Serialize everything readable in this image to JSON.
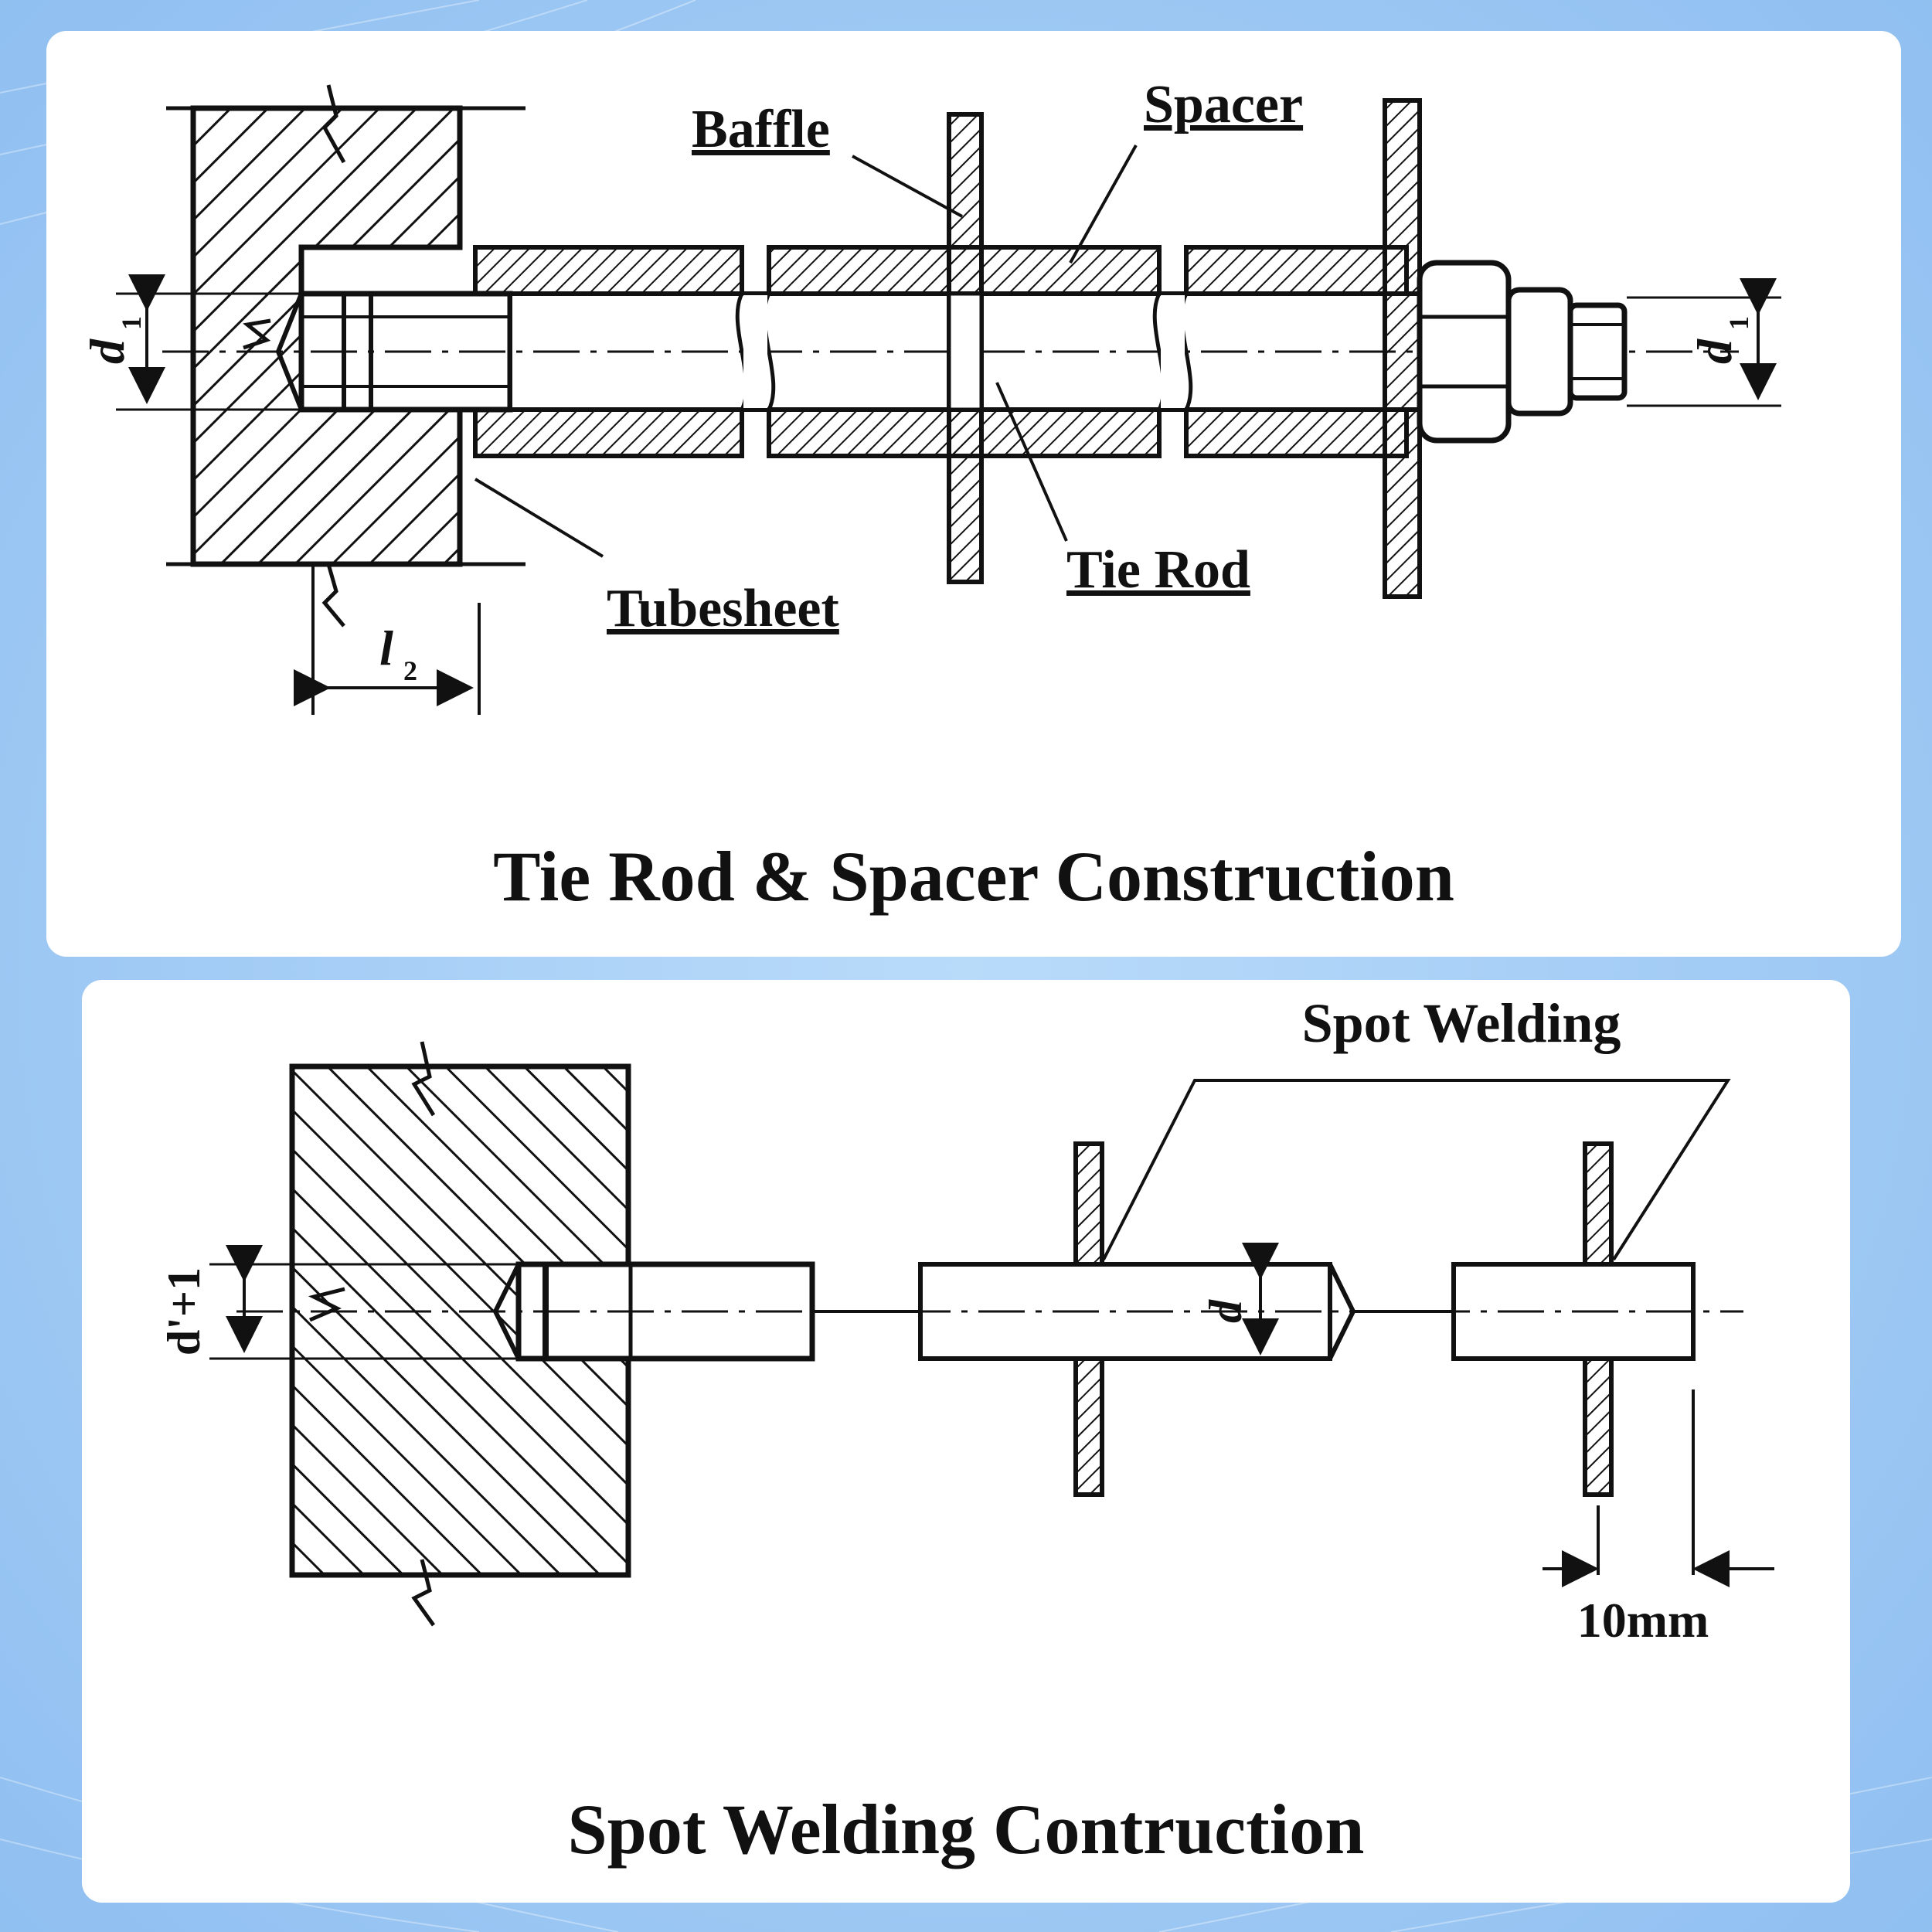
{
  "top_panel": {
    "caption": "Tie Rod & Spacer Construction",
    "labels": {
      "baffle": "Baffle",
      "spacer": "Spacer",
      "tie_rod": "Tie Rod",
      "tubesheet": "Tubesheet"
    },
    "dimensions": {
      "left_diameter": "d",
      "left_diameter_sub": "1",
      "right_diameter": "d",
      "right_diameter_sub": "1",
      "thread_length": "l",
      "thread_length_sub": "2"
    }
  },
  "bottom_panel": {
    "caption": "Spot Welding Contruction",
    "labels": {
      "spot_welding": "Spot Welding"
    },
    "dimensions": {
      "hole_diameter": "d'+1",
      "rod_diameter": "d",
      "offset": "10mm"
    }
  },
  "colors": {
    "background": "#9ec9f3",
    "panel": "#ffffff",
    "ink": "#111111"
  }
}
